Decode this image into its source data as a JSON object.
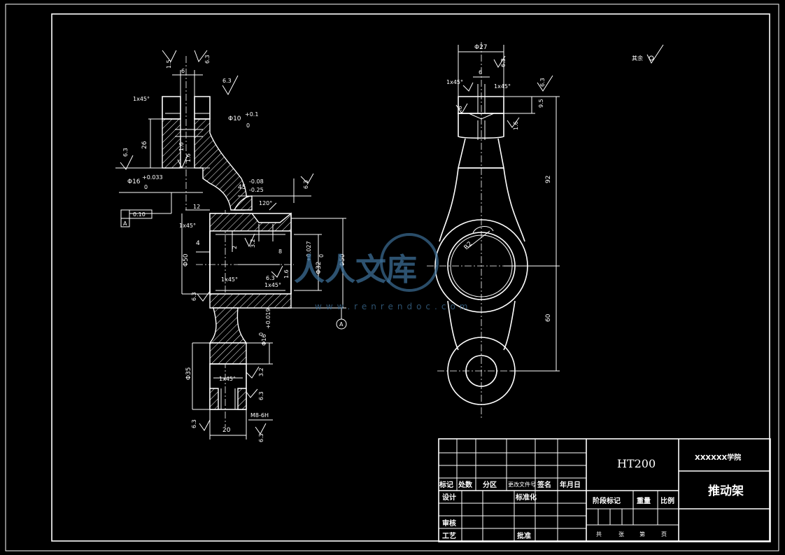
{
  "title_block": {
    "material": "HT200",
    "school": "XXXXXX学院",
    "part_name": "推动架",
    "headers": [
      "标记",
      "处数",
      "分区",
      "更改文件号",
      "签名",
      "年月日"
    ],
    "role_design": "设计",
    "role_standard": "标准化",
    "role_review": "审核",
    "role_process": "工艺",
    "role_approve": "批准",
    "stage_mark": "阶段标记",
    "weight": "重量",
    "scale": "比例",
    "sheet_total": "共",
    "sheet_unit1": "张",
    "sheet_no": "第",
    "sheet_unit2": "页"
  },
  "roughness_note": {
    "label": "其余"
  },
  "datum": {
    "letter": "A",
    "tolerance": "0.10"
  },
  "left_view": {
    "dims": {
      "r1": "1.5",
      "r2": "6.3",
      "w6": "6",
      "r3": "6.3",
      "ch1": "1x45°",
      "phi10": "Φ10",
      "phi10_tol": "+0.1",
      "phi10_tol0": "0",
      "h26": "26",
      "r4": "6.3",
      "r5": "1.6",
      "r6": "1.6",
      "phi16": "Φ16",
      "phi16_tol": "+0.033",
      "phi16_tol0": "0",
      "ang45": "45",
      "t45a": "-0.08",
      "t45b": "-0.25",
      "r7": "6.3",
      "w12": "12",
      "ang120": "120°",
      "ch2": "1x45°",
      "w4": "4",
      "w2": "2",
      "r8": "3.2",
      "w8": "8",
      "phi32": "Φ32",
      "phi32_tol": "+0.027",
      "phi32_tol0": "0",
      "phi50a": "Φ50",
      "phi50b": "Φ50",
      "r9": "1.6",
      "r10": "6.3",
      "ch3": "1x45°",
      "ch4": "1x45°",
      "r11": "6.3",
      "phi16b": "Φ16",
      "phi16b_tol": "+0.019",
      "phi16b_tol0": "0",
      "phi35": "Φ35",
      "ch5": "1x45°",
      "r12": "3.2",
      "r13": "6.3",
      "r14": "6.3",
      "w20": "20",
      "m8": "M8-6H",
      "r15": "6.3"
    }
  },
  "right_view": {
    "dims": {
      "phi27": "Φ27",
      "w6": "6",
      "r1": "6.3",
      "ch1": "1x45°",
      "ch2": "1x45°",
      "r2": "6.3",
      "h9": "9.5",
      "r3": "1.6",
      "r4": "1.6",
      "h92": "92",
      "r42": "R2",
      "h60": "60"
    }
  },
  "watermark": {
    "logo": "人人文库",
    "url": "www.renrendoc.com"
  }
}
